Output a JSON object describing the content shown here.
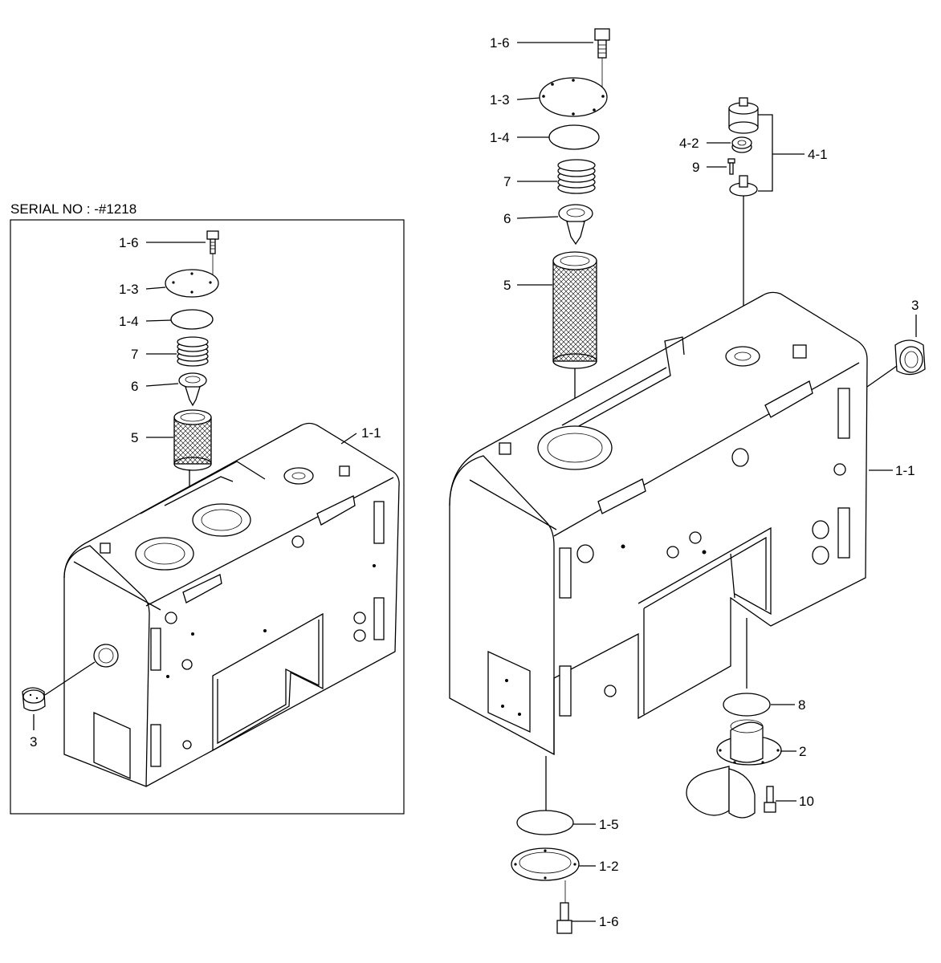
{
  "inset": {
    "serial_label": "SERIAL NO : -#1218",
    "callouts": {
      "bolt": "1-6",
      "cover": "1-3",
      "gasket": "1-4",
      "spring": "7",
      "valve": "6",
      "strainer": "5",
      "tank": "1-1",
      "plug": "3"
    }
  },
  "main": {
    "callouts": {
      "bolt_top": "1-6",
      "cover": "1-3",
      "gasket": "1-4",
      "spring": "7",
      "valve": "6",
      "strainer": "5",
      "breather": "4-1",
      "breather_element": "4-2",
      "breather_screw": "9",
      "plug": "3",
      "tank": "1-1",
      "gasket_suction": "8",
      "suction_pipe": "2",
      "suction_bolt": "10",
      "gasket_bottom": "1-5",
      "bottom_cover": "1-2",
      "bolt_bottom": "1-6"
    }
  }
}
